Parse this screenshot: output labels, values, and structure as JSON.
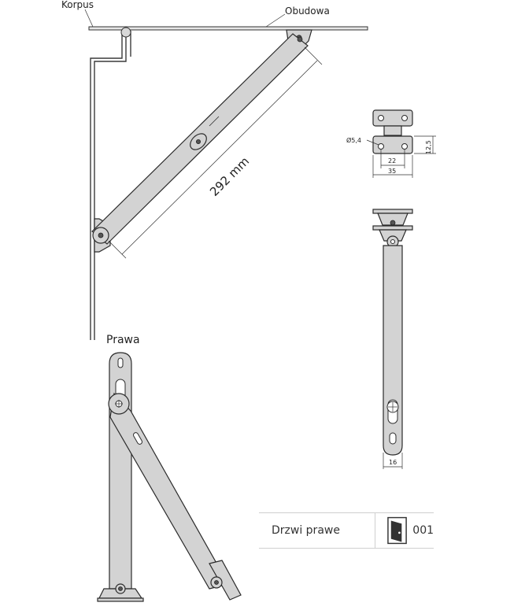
{
  "labels": {
    "korpus": "Korpus",
    "obudowa": "Obudowa",
    "length": "292 mm",
    "variant": "Prawa"
  },
  "dimensions": {
    "hole_diameter": "Ø5,4",
    "hole_spacing": "22",
    "plate_width": "35",
    "plate_height": "12,5",
    "arm_width": "16"
  },
  "legend": {
    "text": "Drzwi prawe",
    "code": "001",
    "icon": "right-door-icon"
  }
}
